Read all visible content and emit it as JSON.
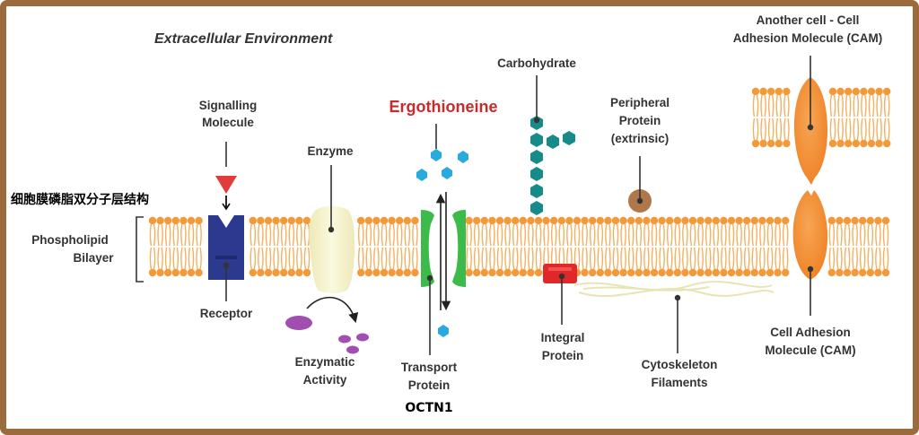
{
  "labels": {
    "extracellular": "Extracellular Environment",
    "signalling_1": "Signalling",
    "signalling_2": "Molecule",
    "chinese": "细胞膜磷脂双分子层结构",
    "phospholipid_1": "Phospholipid",
    "phospholipid_2": "Bilayer",
    "receptor": "Receptor",
    "enzyme": "Enzyme",
    "enzymatic_1": "Enzymatic",
    "enzymatic_2": "Activity",
    "ergothioneine": "Ergothioneine",
    "transport_1": "Transport",
    "transport_2": "Protein",
    "octn1": "OCTN1",
    "carbohydrate": "Carbohydrate",
    "peripheral_1": "Peripheral",
    "peripheral_2": "Protein",
    "peripheral_3": "(extrinsic)",
    "integral_1": "Integral",
    "integral_2": "Protein",
    "cytoskeleton_1": "Cytoskeleton",
    "cytoskeleton_2": "Filaments",
    "another_1": "Another cell - Cell",
    "another_2": "Adhesion Molecule (CAM)",
    "cam_1": "Cell Adhesion",
    "cam_2": "Molecule (CAM)"
  },
  "colors": {
    "frame": "#9c6b3c",
    "lipid_head": "#f29a3a",
    "lipid_tail": "#f5b060",
    "receptor": "#2b3a8f",
    "enzyme": "#f2efc6",
    "transport": "#3dbb4a",
    "carbohydrate": "#178a8a",
    "peripheral": "#b0774a",
    "integral": "#e02828",
    "cam": "#f28c2e",
    "ergothioneine": "#29a9dc",
    "substrate": "#a04fb0",
    "signal": "#e33b3b",
    "ergothioneine_label": "#cc2a2a"
  }
}
